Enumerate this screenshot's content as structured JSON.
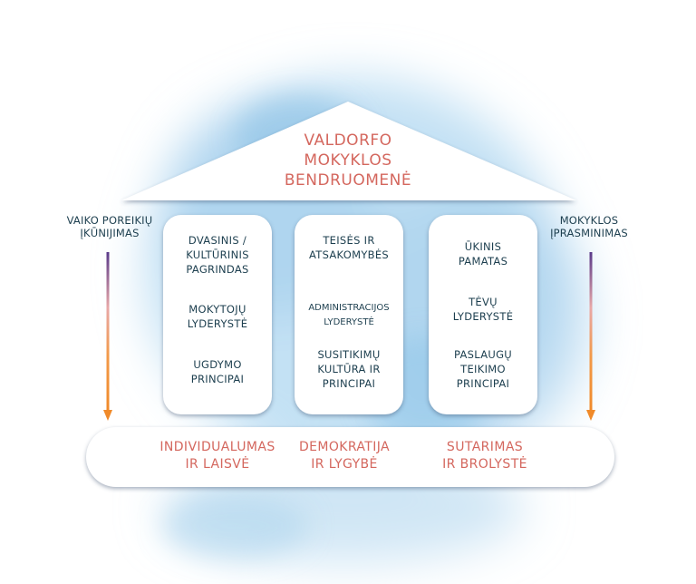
{
  "roof": {
    "title_lines": [
      "VALDORFO",
      "MOKYKLOS",
      "BENDRUOMENĖ"
    ]
  },
  "left_side": {
    "lines": [
      "VAIKO POREIKIŲ",
      "ĮKŪNIJIMAS"
    ]
  },
  "right_side": {
    "lines": [
      "MOKYKLOS",
      "ĮPRASMINIMAS"
    ]
  },
  "pillars": [
    {
      "items": [
        [
          "DVASINIS /",
          "KULTŪRINIS",
          "PAGRINDAS"
        ],
        [
          "MOKYTOJŲ",
          "LYDERYSTĖ"
        ],
        [
          "UGDYMO",
          "PRINCIPAI"
        ]
      ]
    },
    {
      "items": [
        [
          "TEISĖS IR",
          "ATSAKOMYBĖS"
        ],
        [
          "ADMINISTRACIJOS",
          "LYDERYSTĖ"
        ],
        [
          "SUSITIKIMŲ",
          "KULTŪRA IR",
          "PRINCIPAI"
        ]
      ]
    },
    {
      "items": [
        [
          "ŪKINIS",
          "PAMATAS"
        ],
        [
          "TĖVŲ",
          "LYDERYSTĖ"
        ],
        [
          "PASLAUGŲ",
          "TEIKIMO",
          "PRINCIPAI"
        ]
      ]
    }
  ],
  "base": {
    "items": [
      [
        "INDIVIDUALUMAS",
        "IR LAISVĖ"
      ],
      [
        "DEMOKRATIJA",
        "IR LYGYBĖ"
      ],
      [
        "SUTARIMAS",
        "IR BROLYSTĖ"
      ]
    ]
  },
  "colors": {
    "accent": "#d4675e",
    "text": "#1d3f4f",
    "wash": "#9fcbe8",
    "arrow_top": "#5a3a8a",
    "arrow_mid": "#e8a0a0",
    "arrow_bottom": "#f08a2a"
  }
}
